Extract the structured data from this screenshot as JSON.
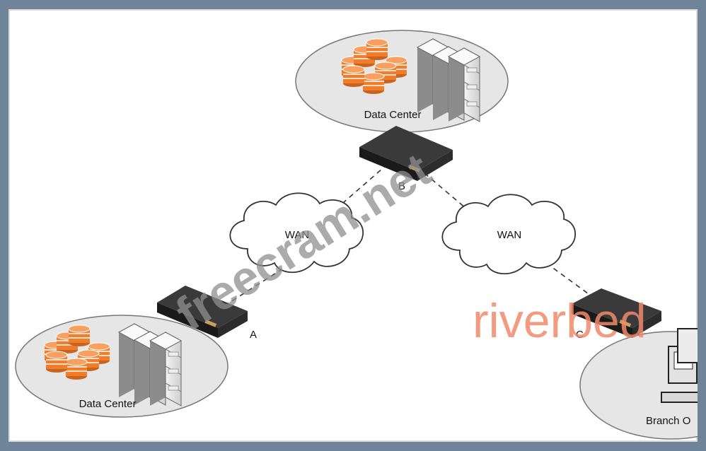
{
  "diagram": {
    "sites": {
      "top_datacenter": {
        "label": "Data Center"
      },
      "left_datacenter": {
        "label": "Data Center"
      },
      "branch": {
        "label": "Branch O"
      }
    },
    "clouds": {
      "left": {
        "label": "WAN"
      },
      "right": {
        "label": "WAN"
      }
    },
    "appliances": {
      "a": {
        "label": "A"
      },
      "b": {
        "label": "B"
      },
      "c": {
        "label": "C"
      }
    }
  },
  "watermarks": {
    "site": "freecram.net",
    "brand": "riverbed",
    "brand_color": "#f08a6a",
    "site_color": "#9a9a9a"
  },
  "colors": {
    "frame": "#6f8499",
    "ellipse_fill": "#e6e6e6",
    "disk_orange": "#f07d2a",
    "appliance": "#1e1e1e"
  }
}
